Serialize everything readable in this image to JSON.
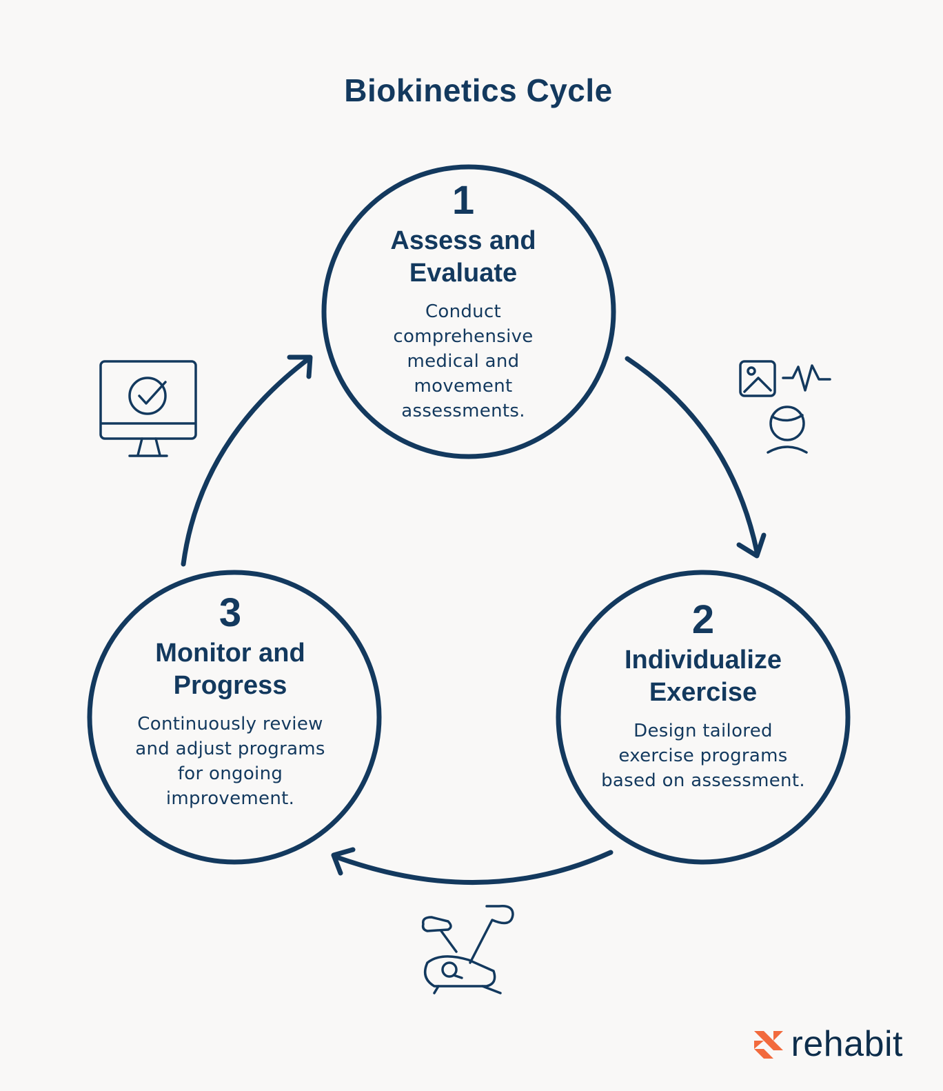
{
  "title": "Biokinetics Cycle",
  "steps": [
    {
      "number": "1",
      "heading_line1": "Assess and",
      "heading_line2": "Evaluate",
      "desc": [
        "Conduct",
        "comprehensive",
        "medical and",
        "movement",
        "assessments."
      ]
    },
    {
      "number": "2",
      "heading_line1": "Individualize",
      "heading_line2": "Exercise",
      "desc": [
        "Design tailored",
        "exercise programs",
        "based on assessment."
      ]
    },
    {
      "number": "3",
      "heading_line1": "Monitor and",
      "heading_line2": "Progress",
      "desc": [
        "Continuously review",
        "and adjust programs",
        "for ongoing",
        "improvement."
      ]
    }
  ],
  "icons": [
    "monitor-check-icon",
    "imaging-scan-icon",
    "exercise-bike-icon"
  ],
  "brand": {
    "name": "rehabit",
    "accent": "#f26a3d"
  },
  "colors": {
    "ink": "#13395e",
    "background": "#f9f8f7"
  }
}
